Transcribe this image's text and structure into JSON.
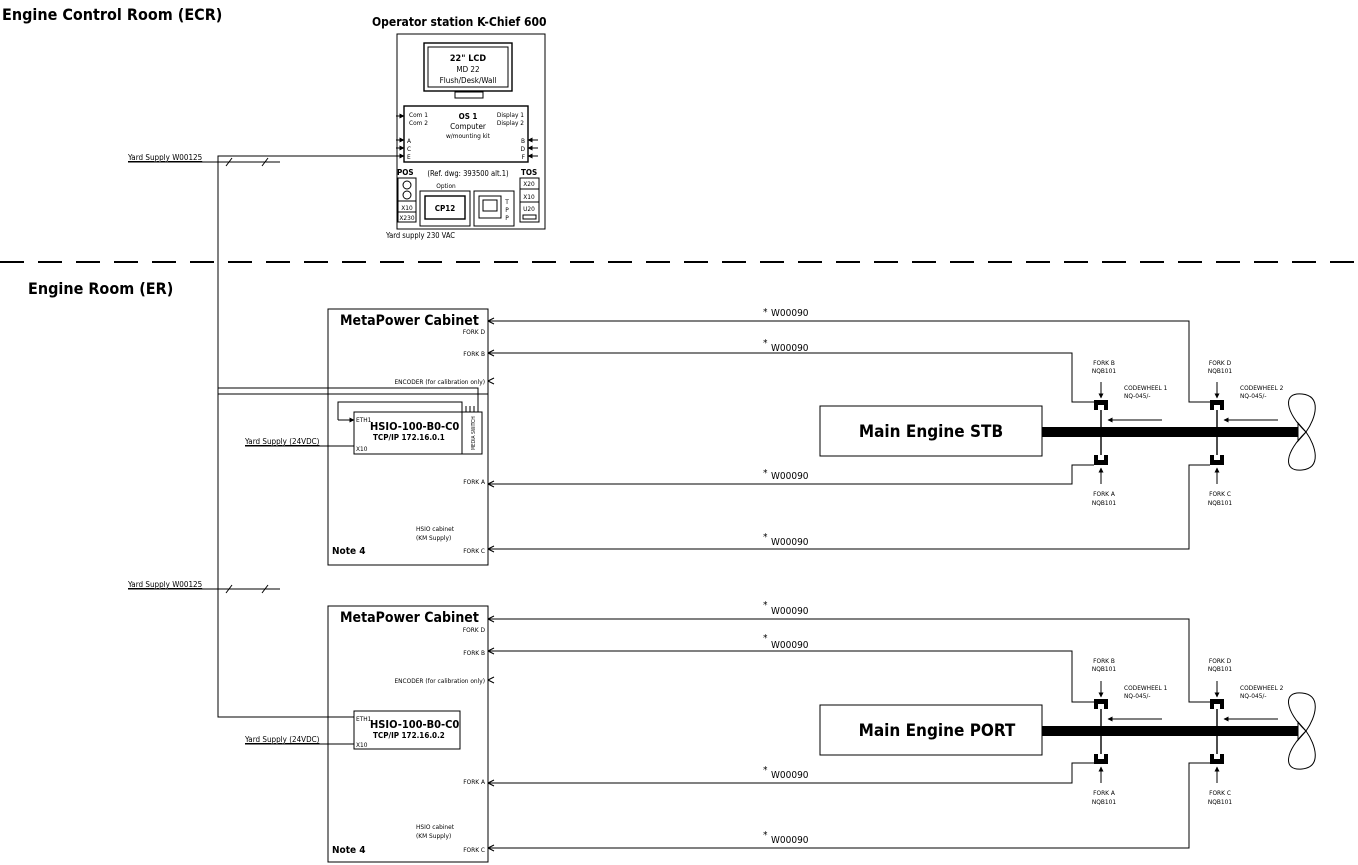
{
  "sections": {
    "ecr_title": "Engine Control Room (ECR)",
    "er_title": "Engine Room (ER)"
  },
  "operator_station": {
    "title": "Operator station K-Chief 600",
    "lcd": [
      "22\" LCD",
      "MD 22",
      "Flush/Desk/Wall"
    ],
    "os": [
      "OS 1",
      "Computer",
      "w/mounting kit"
    ],
    "com": [
      "Com 1",
      "Com 2"
    ],
    "display": [
      "Display 1",
      "Display 2"
    ],
    "ports_left": [
      "A",
      "C",
      "E"
    ],
    "ports_right": [
      "B",
      "D",
      "F"
    ],
    "pos_label": "POS",
    "pos_x10": "X10",
    "pos_x230": "X230",
    "ref": "(Ref. dwg: 393500 alt.1)",
    "option": "Option",
    "cp": "CP12",
    "tpp": [
      "T",
      "P",
      "P"
    ],
    "tos_label": "TOS",
    "tos_x20": "X20",
    "tos_x10": "X10",
    "tos_u20": "U20",
    "supply": "Yard supply 230 VAC"
  },
  "yard_supply_top": "Yard Supply W00125",
  "yard_supply_mid": "Yard Supply W00125",
  "engines": [
    {
      "cabinet_title": "MetaPower Cabinet",
      "fork_d": "FORK D",
      "fork_b": "FORK B",
      "encoder": "ENCODER (for calibration only)",
      "fork_a": "FORK A",
      "fork_c": "FORK C",
      "hsio_cabinet": [
        "HSIO cabinet",
        "(KM Supply)"
      ],
      "note": "Note 4",
      "module_eth": "ETH1",
      "module_name": "HSIO-100-B0-C0",
      "module_ip": "TCP/IP 172.16.0.1",
      "module_x10": "X10",
      "media_switch": "MEDIA SWITCH",
      "yard_24": "Yard Supply (24VDC)",
      "engine": "Main Engine STB",
      "cable_d": "W00090",
      "cable_b": "W00090",
      "cable_a": "W00090",
      "cable_c": "W00090",
      "fork_b_lbl": [
        "FORK B",
        "NQB101"
      ],
      "fork_a_lbl": [
        "FORK A",
        "NQB101"
      ],
      "fork_d_lbl": [
        "FORK D",
        "NQB101"
      ],
      "fork_c_lbl": [
        "FORK C",
        "NQB101"
      ],
      "cw1": [
        "CODEWHEEL 1",
        "NQ-045/-"
      ],
      "cw2": [
        "CODEWHEEL 2",
        "NQ-045/-"
      ]
    },
    {
      "cabinet_title": "MetaPower Cabinet",
      "fork_d": "FORK D",
      "fork_b": "FORK B",
      "encoder": "ENCODER (for calibration only)",
      "fork_a": "FORK A",
      "fork_c": "FORK C",
      "hsio_cabinet": [
        "HSIO cabinet",
        "(KM Supply)"
      ],
      "note": "Note 4",
      "module_eth": "ETH1",
      "module_name": "HSIO-100-B0-C0",
      "module_ip": "TCP/IP 172.16.0.2",
      "module_x10": "X10",
      "yard_24": "Yard Supply (24VDC)",
      "engine": "Main Engine PORT",
      "cable_d": "W00090",
      "cable_b": "W00090",
      "cable_a": "W00090",
      "cable_c": "W00090",
      "fork_b_lbl": [
        "FORK B",
        "NQB101"
      ],
      "fork_a_lbl": [
        "FORK A",
        "NQB101"
      ],
      "fork_d_lbl": [
        "FORK D",
        "NQB101"
      ],
      "fork_c_lbl": [
        "FORK C",
        "NQB101"
      ],
      "cw1": [
        "CODEWHEEL 1",
        "NQ-045/-"
      ],
      "cw2": [
        "CODEWHEEL 2",
        "NQ-045/-"
      ]
    }
  ]
}
